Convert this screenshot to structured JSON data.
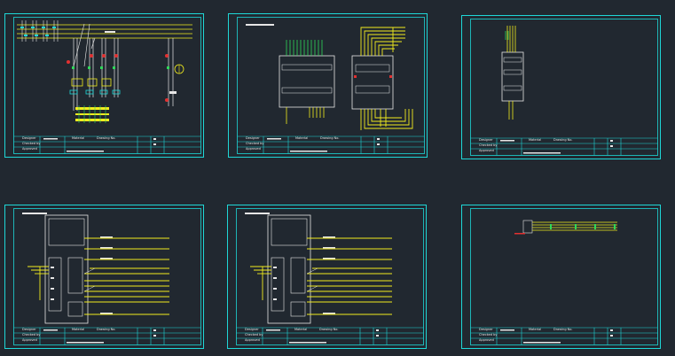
{
  "workspace": {
    "background": "#212830",
    "colors": {
      "frame": "#1fd7d7",
      "wire": "#f2ec1e",
      "line": "#e6e6e6",
      "red": "#e23030",
      "green": "#2fd85a"
    }
  },
  "sheets": [
    {
      "id": "sheet-power-circuit",
      "title_block": {
        "row1": "Designer",
        "row2": "Checked by",
        "row3": "Approved",
        "field1": "Material",
        "field2": "Drawing No."
      }
    },
    {
      "id": "sheet-plc-io-wiring",
      "title_block": {
        "row1": "Designer",
        "row2": "Checked by",
        "row3": "Approved",
        "field1": "Material",
        "field2": "Drawing No."
      }
    },
    {
      "id": "sheet-module-wiring",
      "title_block": {
        "row1": "Designer",
        "row2": "Checked by",
        "row3": "Approved",
        "field1": "Material",
        "field2": "Drawing No."
      }
    },
    {
      "id": "sheet-drive-wiring-a",
      "title_block": {
        "row1": "Designer",
        "row2": "Checked by",
        "row3": "Approved",
        "field1": "Material",
        "field2": "Drawing No."
      }
    },
    {
      "id": "sheet-drive-wiring-b",
      "title_block": {
        "row1": "Designer",
        "row2": "Checked by",
        "row3": "Approved",
        "field1": "Material",
        "field2": "Drawing No."
      }
    },
    {
      "id": "sheet-terminal-wiring",
      "title_block": {
        "row1": "Designer",
        "row2": "Checked by",
        "row3": "Approved",
        "field1": "Material",
        "field2": "Drawing No."
      }
    }
  ]
}
